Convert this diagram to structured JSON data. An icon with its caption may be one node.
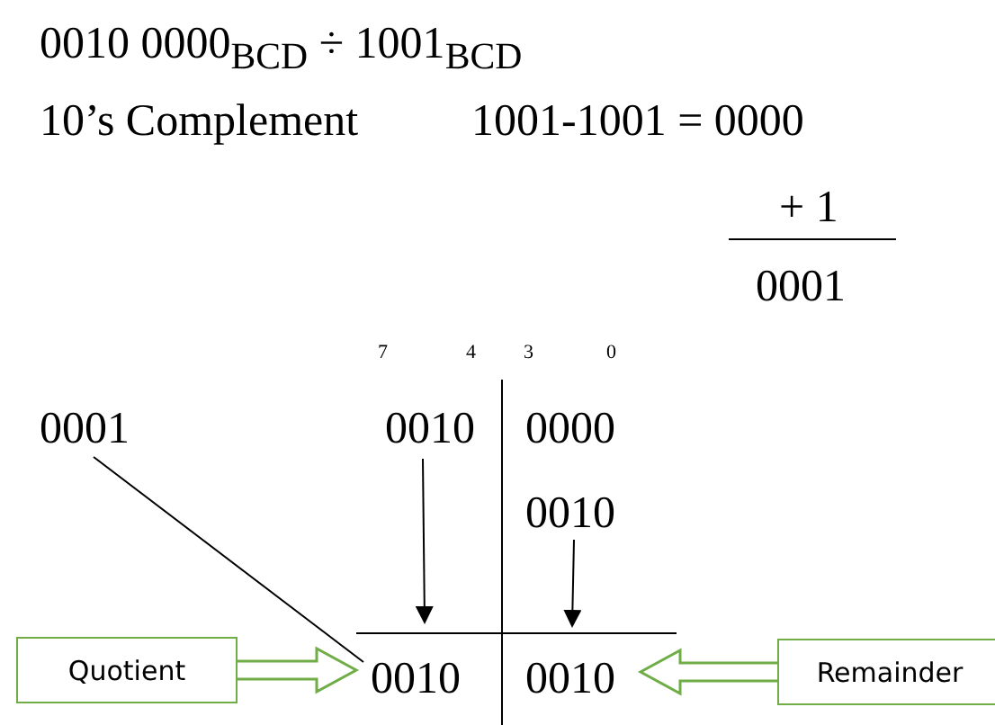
{
  "diagram": {
    "nodes": [
      {
        "text": [
          "0001"
        ]
      },
      {
        "text": [
          "0010"
        ]
      },
      {
        "text": [
          "0010"
        ]
      },
      {
        "text": [
          "Quotient"
        ]
      },
      {
        "text": [
          "0010"
        ]
      },
      {
        "text": [
          "0010"
        ]
      },
      {
        "text": [
          "Remainder"
        ]
      }
    ],
    "edges": [
      {
        "from": 0,
        "to": 4,
        "arrow": "none"
      },
      {
        "from": 1,
        "to": 4,
        "arrow": "to"
      },
      {
        "from": 2,
        "to": 5,
        "arrow": "to"
      },
      {
        "from": 3,
        "to": 4,
        "arrow": "to",
        "style": "thick",
        "color": "#70ad47"
      },
      {
        "from": 6,
        "to": 5,
        "arrow": "to",
        "style": "thick",
        "color": "#70ad47"
      }
    ],
    "labels": [
      "0010 0000$_{BCD}$ ÷ 1001$_{BCD}$",
      "10’s Complement",
      "1001-1001 = 0000",
      "+ 1",
      "0001",
      "7",
      "4",
      "3",
      "0",
      "0000"
    ]
  }
}
